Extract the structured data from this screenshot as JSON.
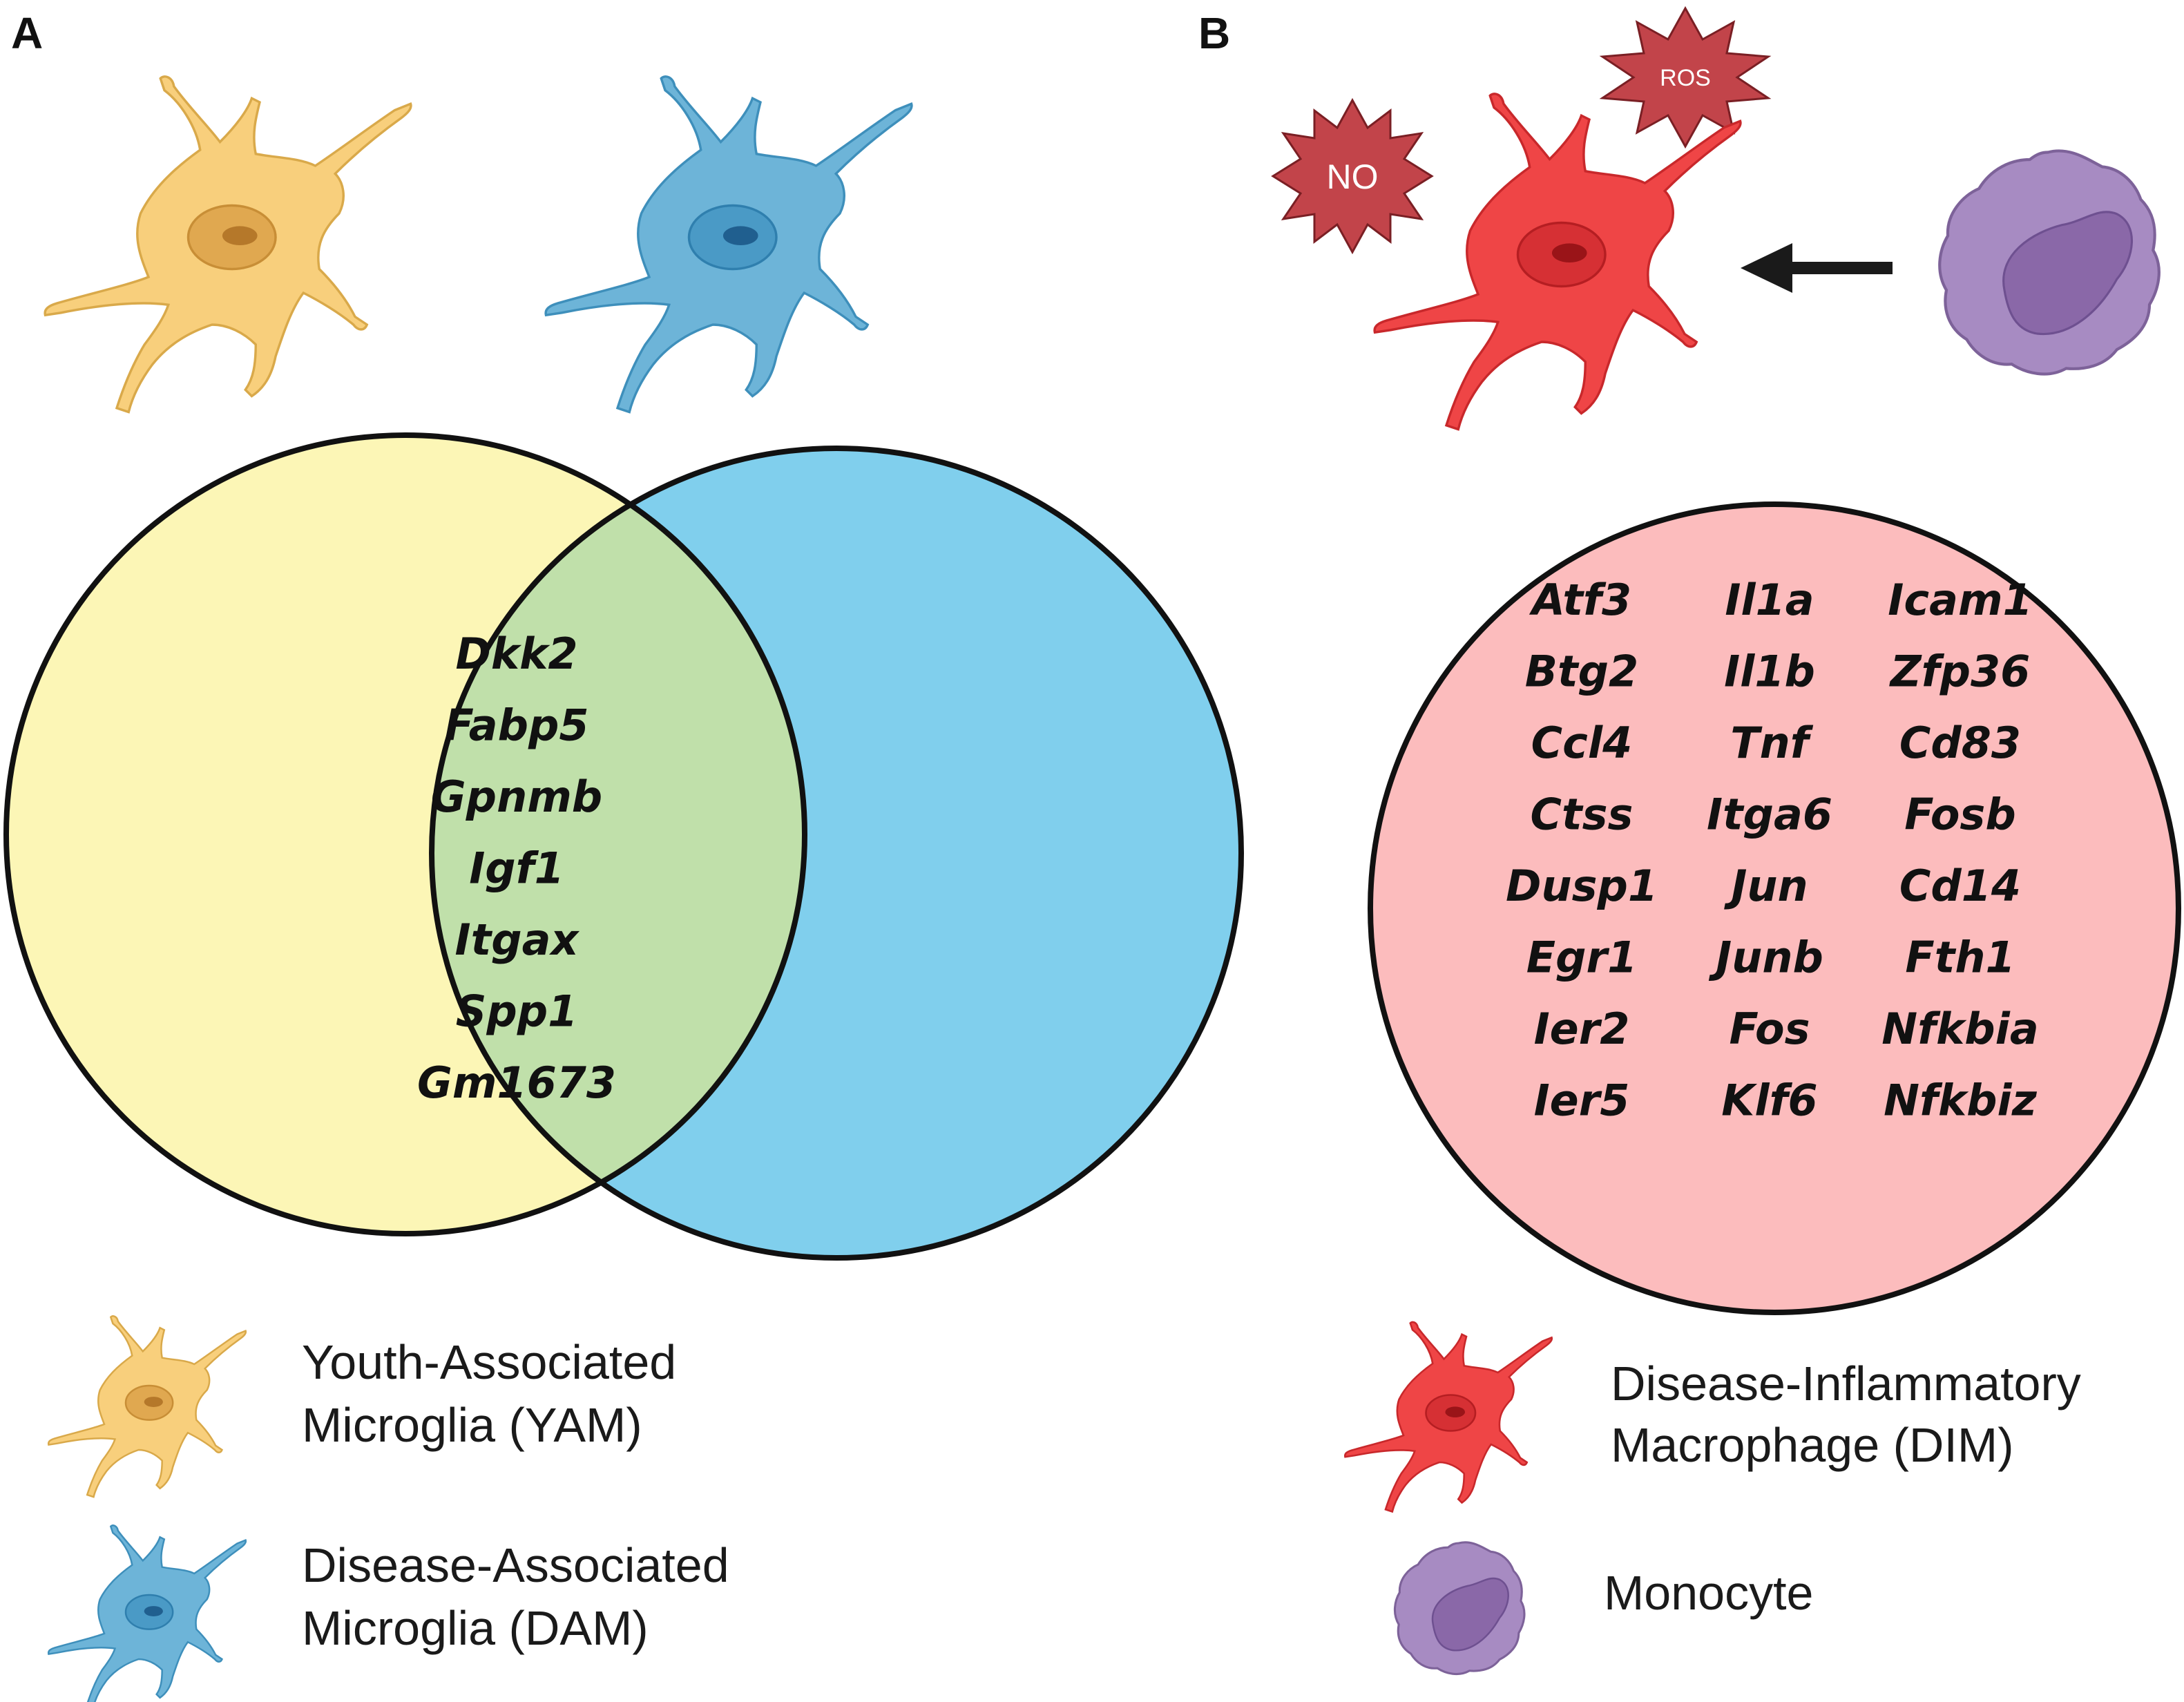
{
  "panels": {
    "a_label": "A",
    "b_label": "B"
  },
  "venn": {
    "left_color": "#fcf6b6",
    "right_color": "#80cfed",
    "overlap_color": "#c0e0aa",
    "shared_genes": [
      "Dkk2",
      "Fabp5",
      "Gpnmb",
      "Igf1",
      "Itgax",
      "Spp1",
      "Gm1673"
    ]
  },
  "dim_circle": {
    "fill": "#fcbcbd",
    "gene_columns": [
      [
        "Atf3",
        "Btg2",
        "Ccl4",
        "Ctss",
        "Dusp1",
        "Egr1",
        "Ier2",
        "Ier5"
      ],
      [
        "Il1a",
        "Il1b",
        "Tnf",
        "Itga6",
        "Jun",
        "Junb",
        "Fos",
        "Klf6"
      ],
      [
        "Icam1",
        "Zfp36",
        "Cd83",
        "Fosb",
        "Cd14",
        "Fth1",
        "Nfkbia",
        "Nfkbiz"
      ]
    ]
  },
  "bursts": {
    "no_label": "NO",
    "ros_label": "ROS",
    "color": "#c2444a"
  },
  "cells": {
    "yam_color": "#f8cf7c",
    "dam_color": "#6db4d8",
    "dim_color": "#ef4546",
    "monocyte_color": "#a78bc2",
    "icons": [
      "microglia-icon",
      "macrophage-icon",
      "monocyte-icon",
      "arrow-icon",
      "starburst-icon"
    ]
  },
  "legend_a": {
    "yam_line1": "Youth-Associated",
    "yam_line2": "Microglia (YAM)",
    "dam_line1": "Disease-Associated",
    "dam_line2": "Microglia (DAM)"
  },
  "legend_b": {
    "dim_line1": "Disease-Inflammatory",
    "dim_line2": "Macrophage (DIM)",
    "monocyte": "Monocyte"
  }
}
